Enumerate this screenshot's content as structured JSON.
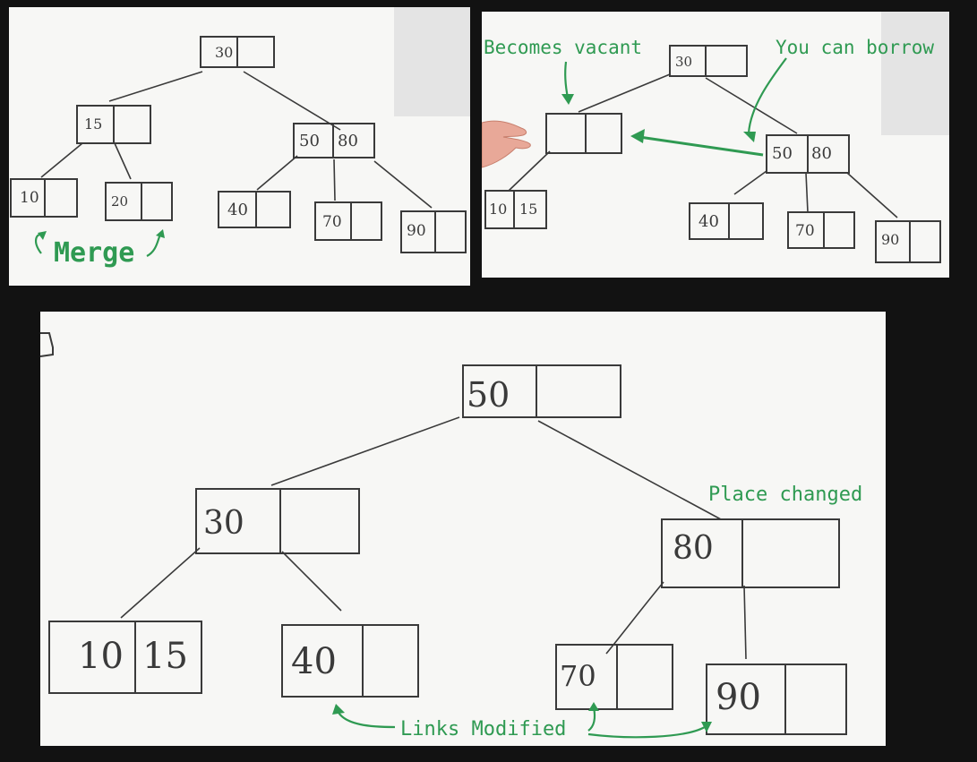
{
  "panel_a": {
    "root": [
      "30",
      ""
    ],
    "left": [
      "15",
      ""
    ],
    "right": [
      "50",
      "80"
    ],
    "leaves": [
      [
        "10",
        ""
      ],
      [
        "20",
        ""
      ],
      [
        "40",
        ""
      ],
      [
        "70",
        ""
      ],
      [
        "90",
        ""
      ]
    ],
    "annotation": "Merge"
  },
  "panel_b": {
    "root": [
      "30",
      ""
    ],
    "left": [
      "",
      ""
    ],
    "right": [
      "50",
      "80"
    ],
    "leaves": [
      [
        "10",
        "15"
      ],
      [
        "40",
        ""
      ],
      [
        "70",
        ""
      ],
      [
        "90",
        ""
      ]
    ],
    "annotations": {
      "vacant": "Becomes vacant",
      "borrow": "You can borrow"
    }
  },
  "panel_c": {
    "root": [
      "50",
      ""
    ],
    "left": [
      "30",
      ""
    ],
    "right": [
      "80",
      ""
    ],
    "leaves": [
      [
        "10",
        "15"
      ],
      [
        "40",
        ""
      ],
      [
        "70",
        ""
      ],
      [
        "90",
        ""
      ]
    ],
    "annotations": {
      "place": "Place changed",
      "links": "Links Modified"
    }
  },
  "colors": {
    "annotation": "#2f9a52",
    "ink": "#3a3a3a",
    "board": "#f7f7f5",
    "background": "#121212"
  }
}
